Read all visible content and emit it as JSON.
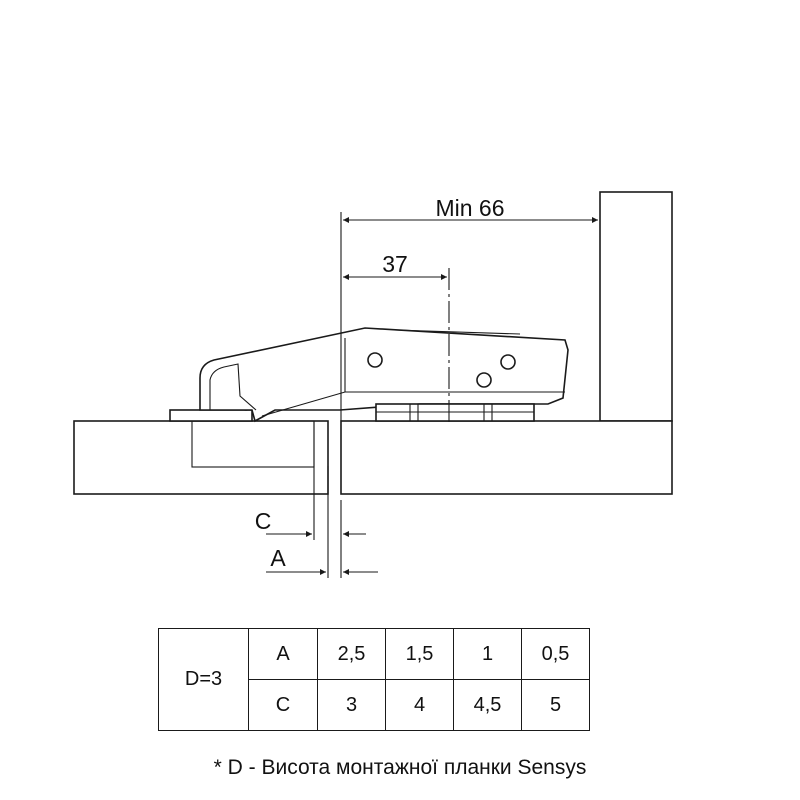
{
  "dimensions": {
    "min_label": "Min 66",
    "depth_label": "37",
    "c_label": "C",
    "a_label": "A"
  },
  "table": {
    "d_label": "D=3",
    "row_a": {
      "label": "A",
      "values": [
        "2,5",
        "1,5",
        "1",
        "0,5"
      ]
    },
    "row_c": {
      "label": "C",
      "values": [
        "3",
        "4",
        "4,5",
        "5"
      ]
    }
  },
  "footnote": "* D - Висота монтажної планки Sensys"
}
